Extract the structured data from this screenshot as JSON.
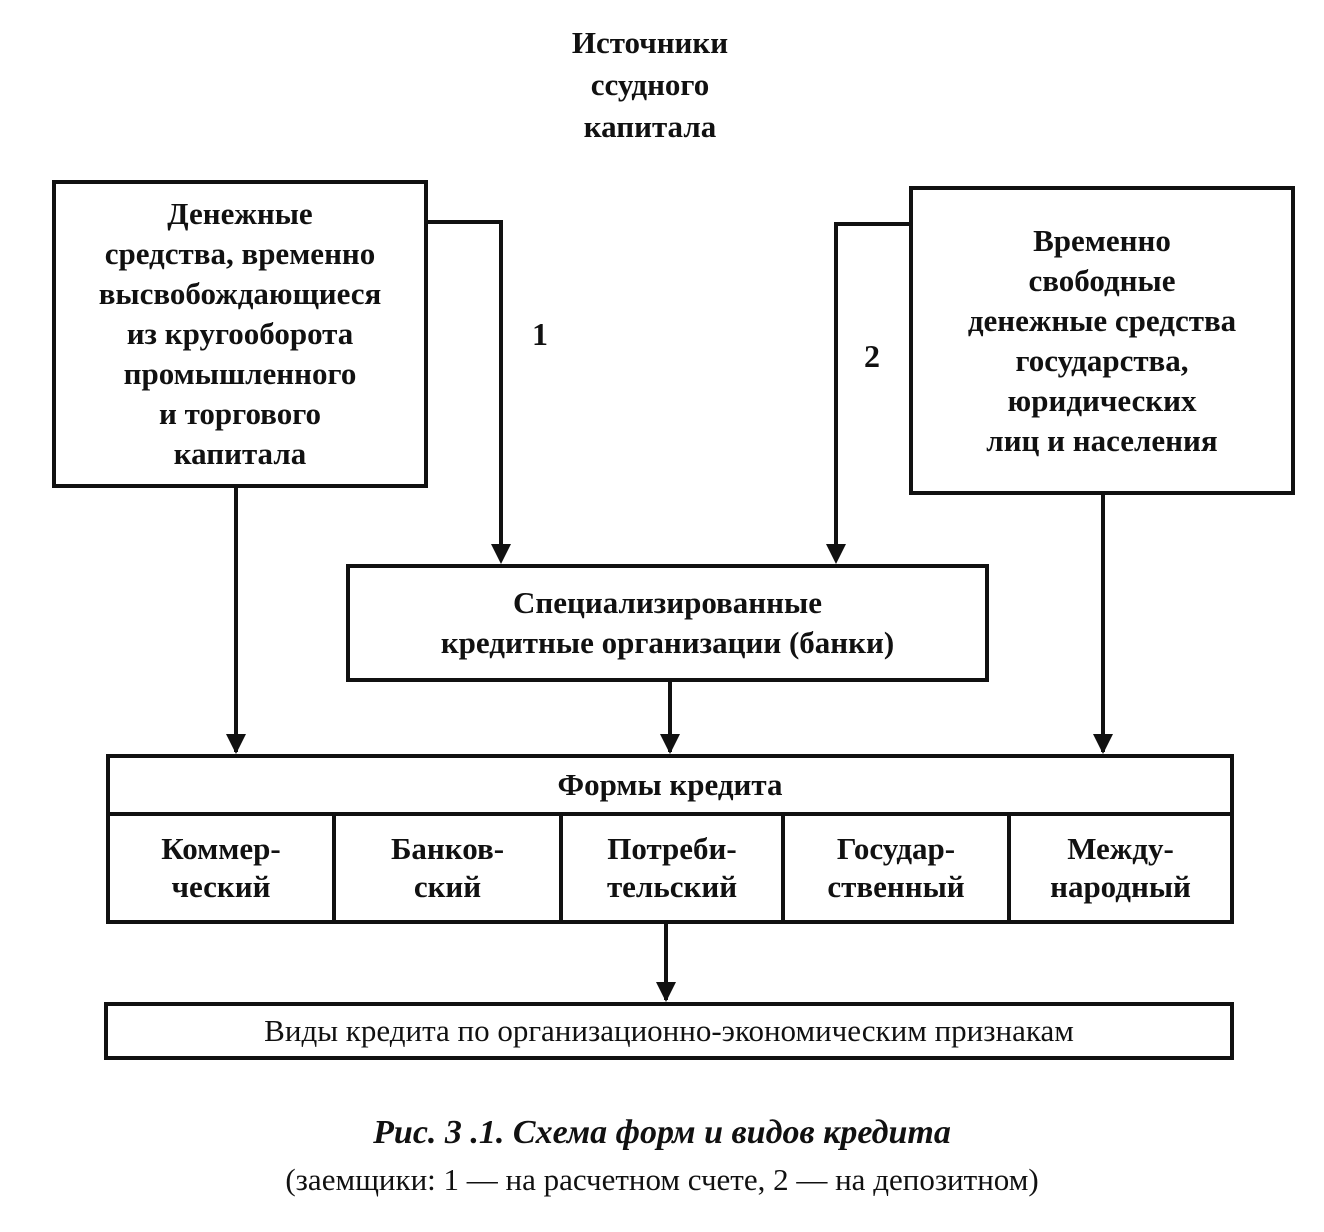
{
  "diagram": {
    "title": "Источники\nссудного\nкапитала",
    "left_source": "Денежные\nсредства, временно\nвысвобождающиеся\nиз кругооборота\nпромышленного\nи торгового\nкапитала",
    "right_source": "Временно\nсвободные\nденежные средства\nгосударства,\nюридических\nлиц и населения",
    "label_1": "1",
    "label_2": "2",
    "banks": "Специализированные\nкредитные организации (банки)",
    "forms_header": "Формы кредита",
    "forms": [
      "Коммер-\nческий",
      "Банков-\nский",
      "Потреби-\nтельский",
      "Государ-\nственный",
      "Между-\nнародный"
    ],
    "types": "Виды кредита по организационно-экономическим признакам"
  },
  "caption": {
    "main": "Рис. 3 .1. Схема форм и видов кредита",
    "sub": "(заемщики: 1 — на расчетном счете, 2 — на депозитном)"
  }
}
